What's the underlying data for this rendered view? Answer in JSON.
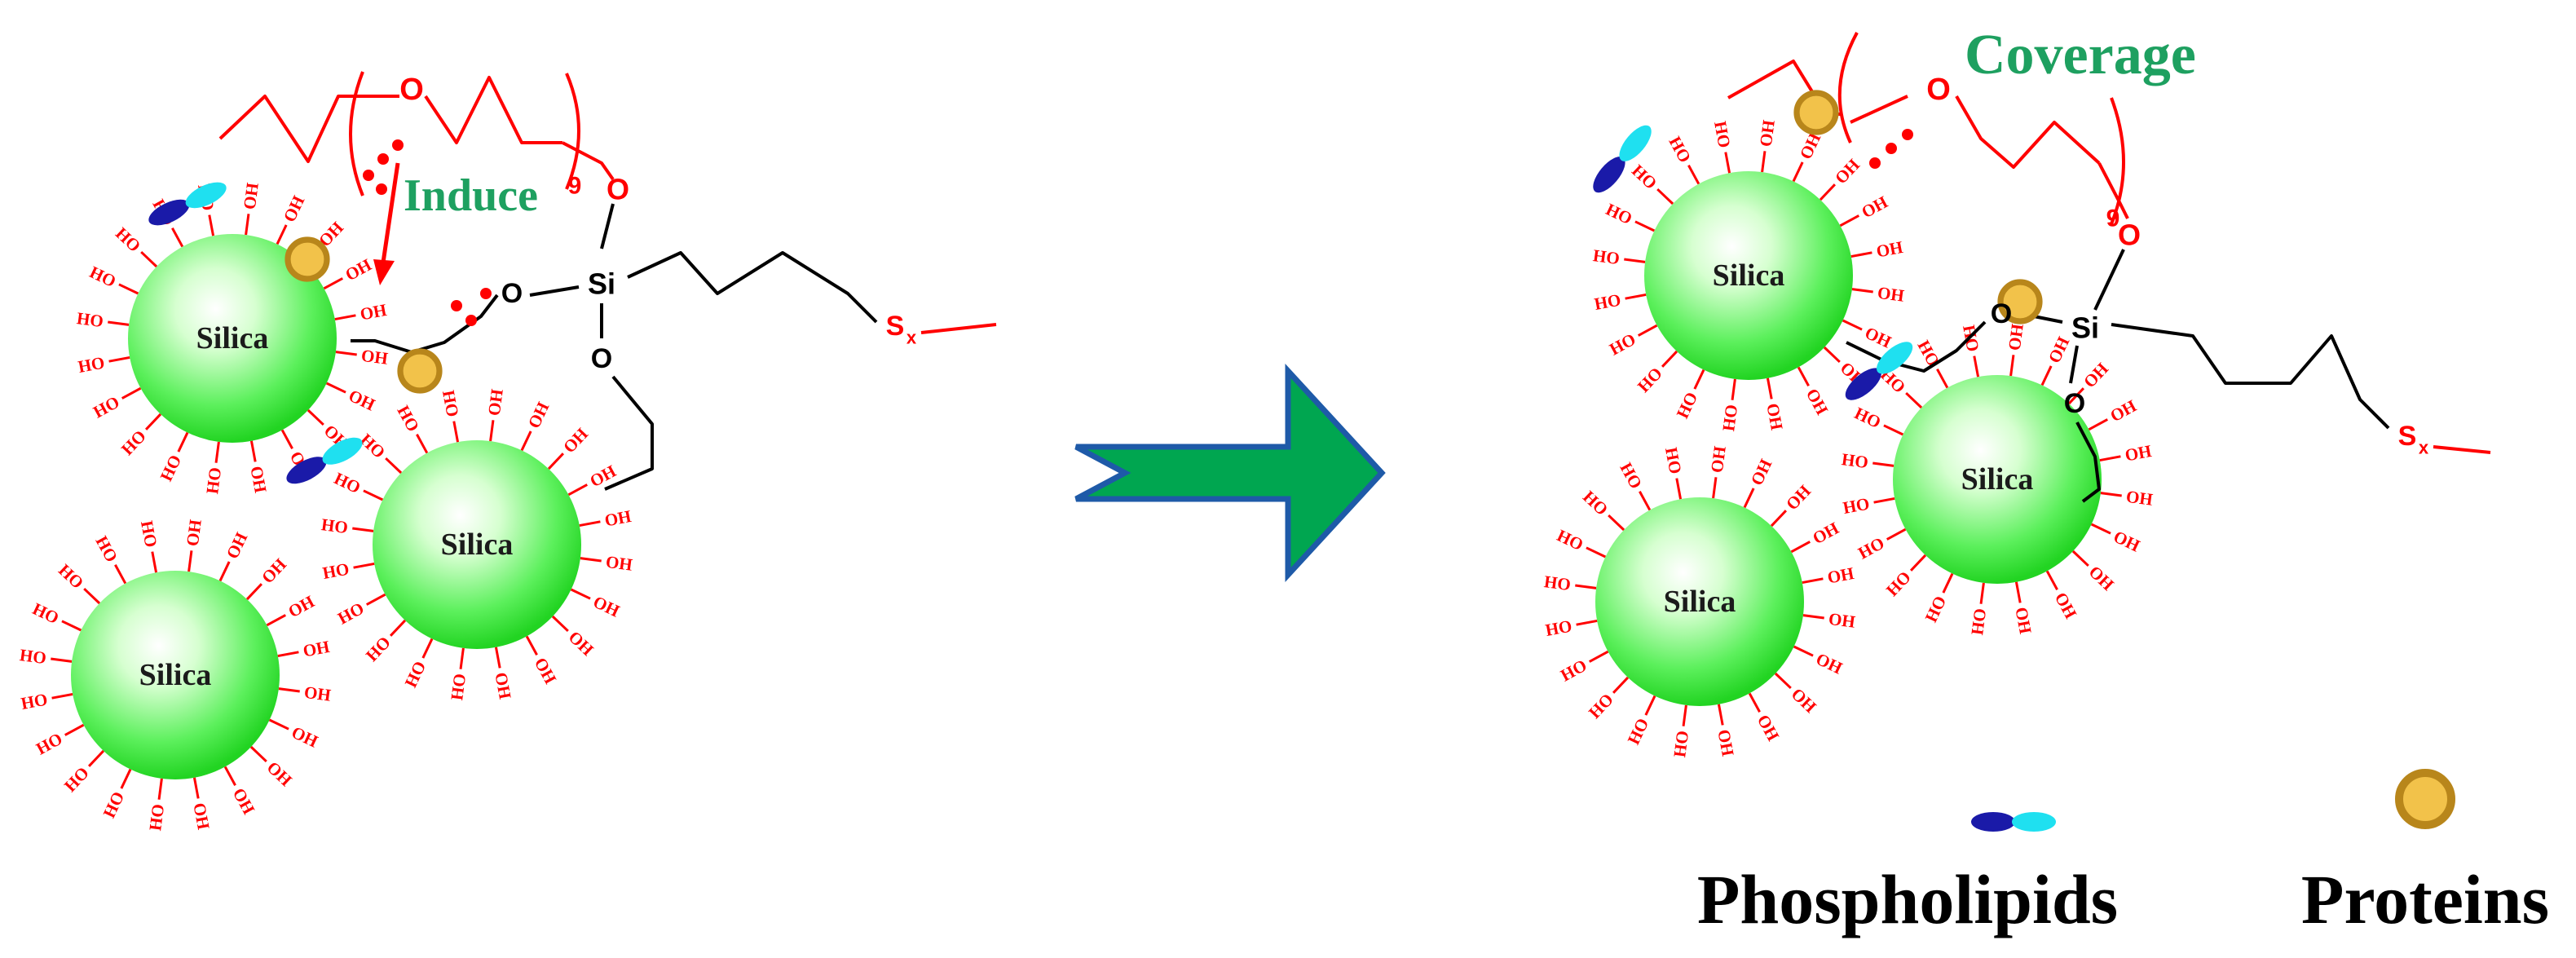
{
  "labels": {
    "silica": "Silica",
    "hydroxyl": "OH",
    "hydroxyl_rev": "HO",
    "oxygen": "O",
    "silicon": "Si",
    "sulfur": "S",
    "sulfur_sub": "x",
    "repeat_n": "9",
    "induce": "Induce",
    "coverage": "Coverage"
  },
  "legend": {
    "phospholipids": "Phospholipids",
    "proteins": "Proteins"
  },
  "colors": {
    "hydroxyl": "#ff0000",
    "peg_chain": "#ff0000",
    "silane_chain": "#000000",
    "annotation": "#1ea060",
    "arrow_fill": "#00a650",
    "arrow_stroke": "#1e5aa8",
    "sphere_center": "#ffffff",
    "sphere_edge": "#2ee62e",
    "protein_fill": "#f2c24a",
    "protein_ring": "#b8861b",
    "lipid_head": "#1fe0f0",
    "lipid_tail": "#1a1aa8"
  },
  "icons": {
    "process_arrow": "right-arrow-icon",
    "protein": "protein-circle-icon",
    "phospholipid": "phospholipid-icon"
  }
}
